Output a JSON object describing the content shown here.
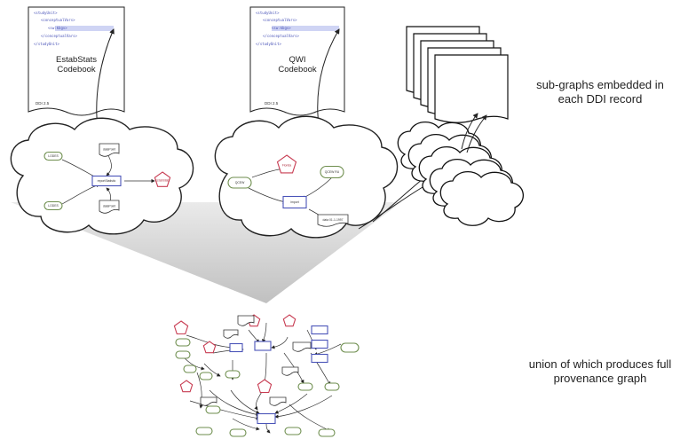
{
  "documents": [
    {
      "xml_lines": [
        "<studyUnit>",
        "<conceptualVars>",
        "<sw:kbgv>",
        "</conceptualVars>",
        "</studyUnit>"
      ],
      "title_lines": [
        "EstabStats",
        "Codebook"
      ],
      "footer": "DDI 2.5"
    },
    {
      "xml_lines": [
        "<studyUnit>",
        "<conceptualVars>",
        "<sw:kbgv>",
        "</conceptualVars>",
        "</studyUnit>"
      ],
      "title_lines": [
        "QWI",
        "Codebook"
      ],
      "footer": "DDI 2.5"
    }
  ],
  "clouds": [
    {
      "nodes": [
        "LODES",
        "dataPoint",
        "reportStatistic",
        "EstabStats",
        "LODES",
        "dataPoint"
      ]
    },
    {
      "nodes": [
        "QCEW",
        "Florida",
        "QCEW RU",
        "import",
        "data 01-1-1997"
      ]
    }
  ],
  "captions": {
    "top_lines": [
      "sub-graphs embedded in",
      "each DDI record"
    ],
    "bottom_lines": [
      "union of which produces full",
      "provenance graph"
    ]
  },
  "colors": {
    "entity": "#6e8e4e",
    "activity": "#4a54b8",
    "agent": "#c83c52",
    "xml_highlight": "#cfd4f4",
    "cone": "#cfcfcf"
  }
}
